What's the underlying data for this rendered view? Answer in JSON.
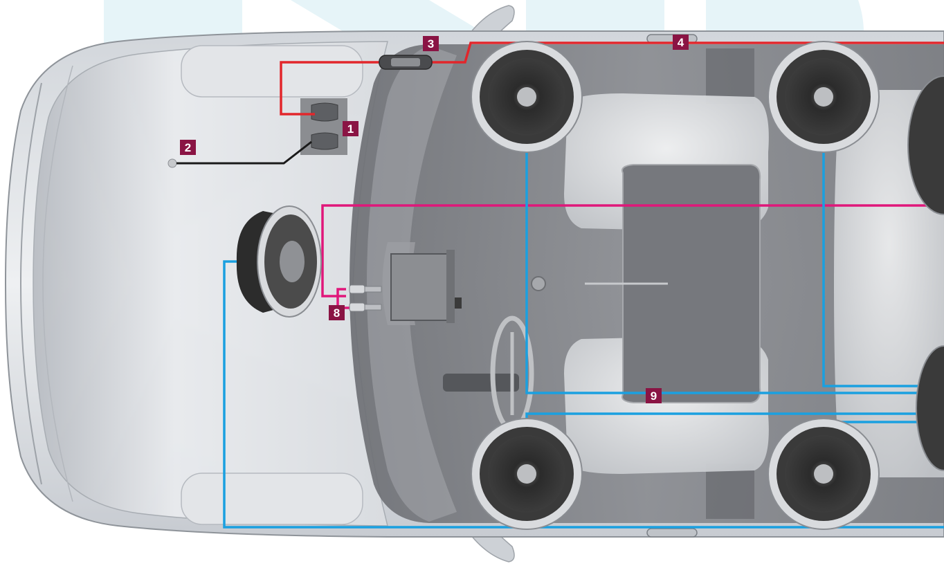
{
  "diagram": {
    "colors": {
      "power_wire": "#e2262b",
      "ground_wire": "#1a1a1a",
      "rca_cable": "#e0177a",
      "speaker_wire": "#1aa0e0",
      "badge": "#8a1444",
      "watermark": "#e6f4f8",
      "car_body": "#c9cdd3",
      "cabin": "#7f8186"
    },
    "labels": [
      "1",
      "2",
      "3",
      "4",
      "8",
      "9"
    ],
    "icons": [
      "battery-terminal-icon",
      "ground-point-icon",
      "fuse-holder-icon",
      "amplifier-icon",
      "rca-plug-icon",
      "speaker-icon",
      "steering-wheel-icon"
    ]
  }
}
